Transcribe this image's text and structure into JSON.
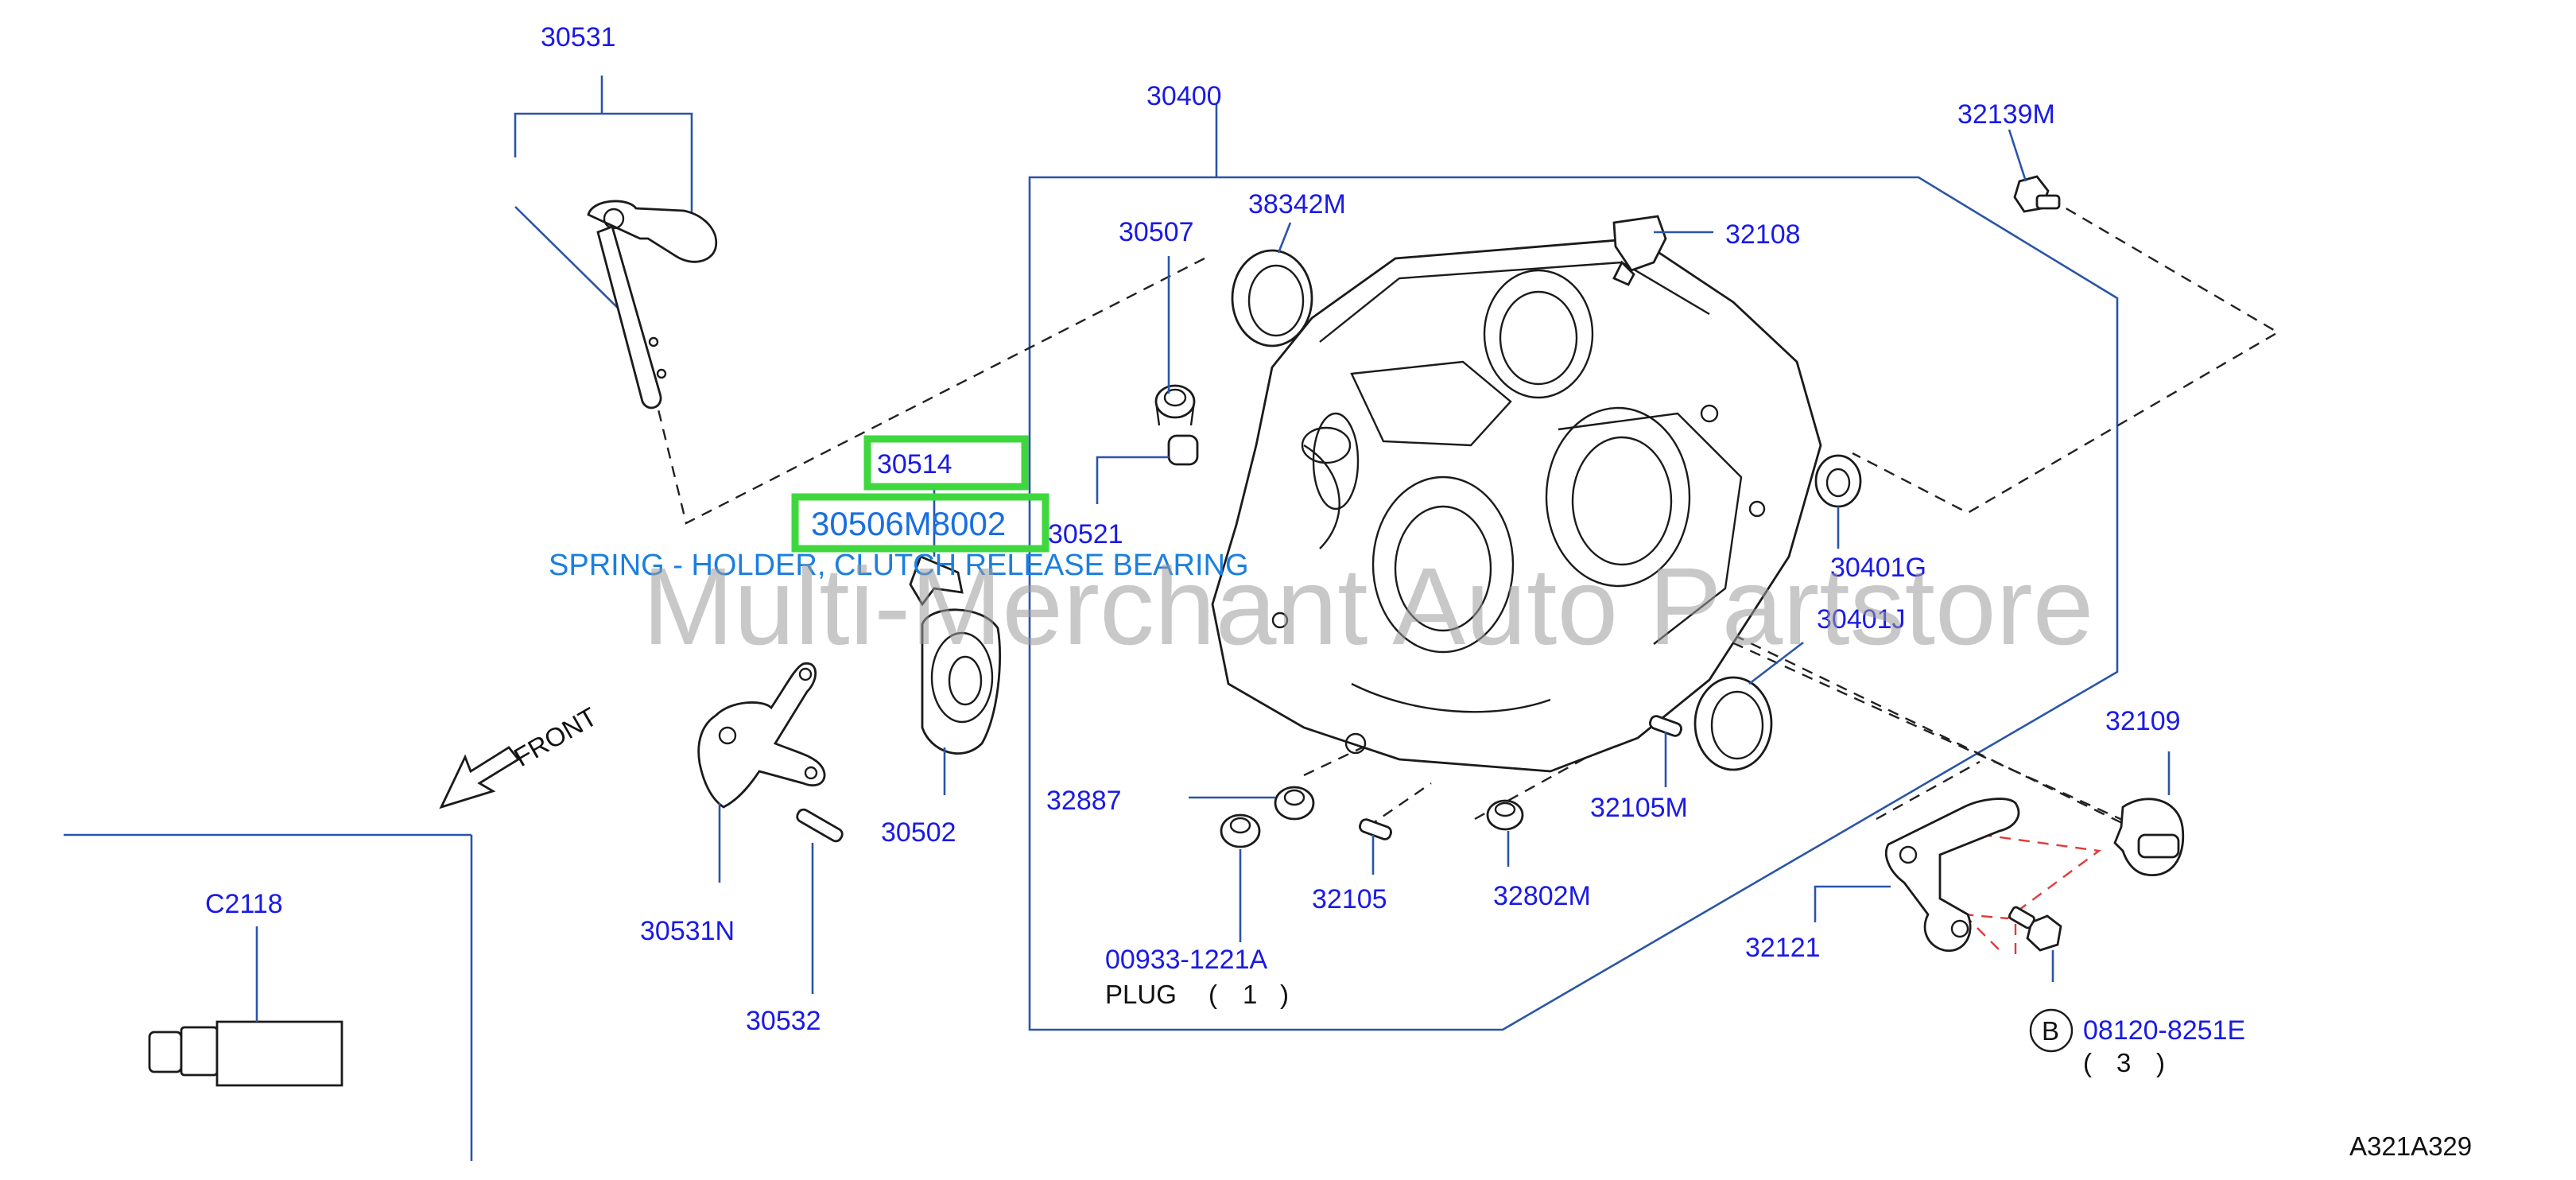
{
  "callouts": {
    "p30531": "30531",
    "p30400": "30400",
    "p32139M": "32139M",
    "p30507": "30507",
    "p38342M": "38342M",
    "p32108": "32108",
    "p30514": "30514",
    "p30506M8002": "30506M8002",
    "p30521": "30521",
    "p30401G": "30401G",
    "p30401J": "30401J",
    "p32109": "32109",
    "p32887": "32887",
    "p32105M": "32105M",
    "p30502": "30502",
    "p30531N": "30531N",
    "p32105": "32105",
    "p32802M": "32802M",
    "pC2118": "C2118",
    "p00933": "00933-1221A",
    "p32121": "32121",
    "p30532": "30532",
    "p08120": "08120-8251E"
  },
  "notes": {
    "plug": "PLUG",
    "plug_qty": "1",
    "bolt_qty": "3",
    "paren_open": "(",
    "paren_close": ")",
    "front": "FRONT",
    "circle_b": "B"
  },
  "selected_description": "SPRING - HOLDER, CLUTCH RELEASE BEARING",
  "watermark": "Multi-Merchant Auto Partstore",
  "diagram_code": "A321A329",
  "colors": {
    "callout": "#1a1ae6",
    "highlight": "#3ed83e",
    "description": "#1a7fe0",
    "leader": "#2a55a8",
    "red_dash": "#e23a3a"
  }
}
